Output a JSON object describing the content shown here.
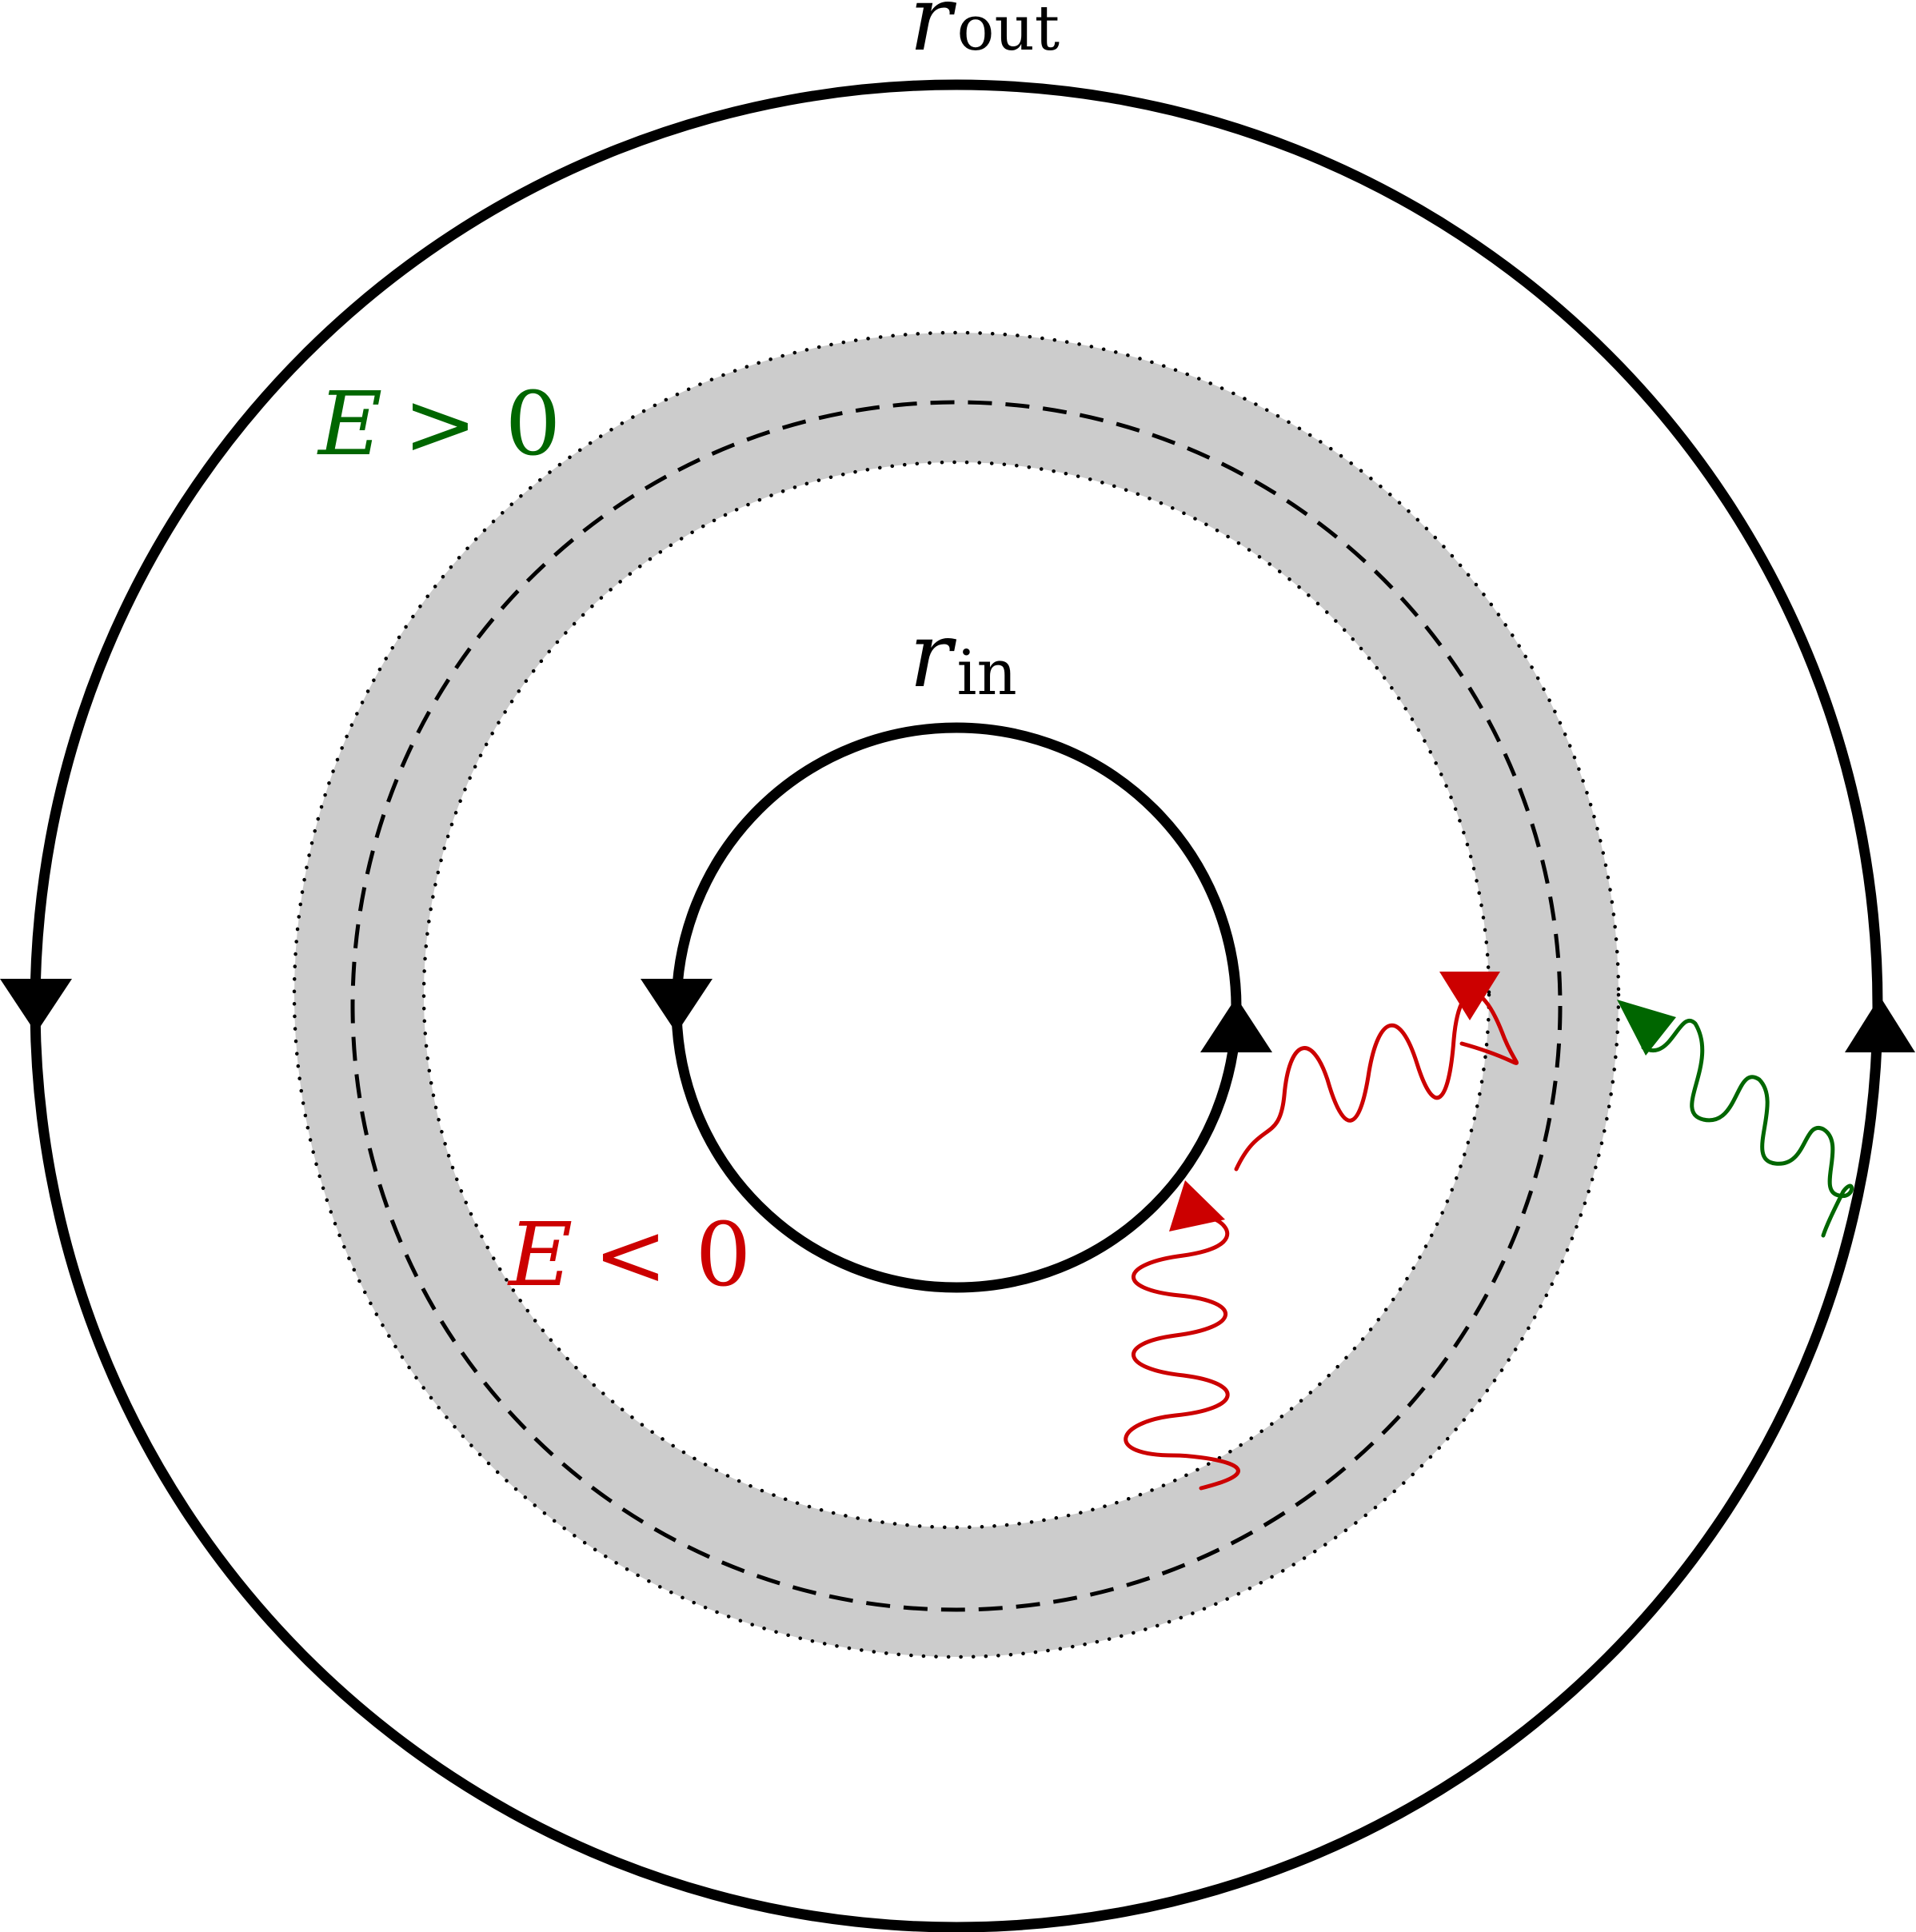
{
  "labels": {
    "r_out": {
      "symbol": "r",
      "subscript": "out"
    },
    "r_in": {
      "symbol": "r",
      "subscript": "in"
    },
    "e_positive": {
      "variable": "E",
      "relation": "> 0"
    },
    "e_negative": {
      "variable": "E",
      "relation": "< 0"
    }
  },
  "colors": {
    "contour": "#000000",
    "shell_fill": "#cccccc",
    "positive_energy": "#006600",
    "negative_energy": "#cc0000"
  }
}
